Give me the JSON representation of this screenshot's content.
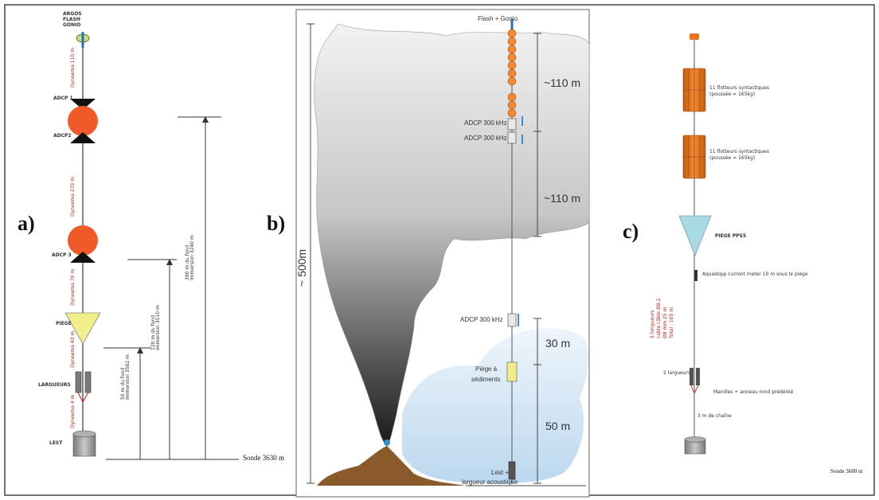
{
  "panels": {
    "a": {
      "letter": "a)",
      "top_labels": [
        "ARGOS",
        "FLASH",
        "GONIO"
      ],
      "equipment": {
        "adcp1": "ADCP 1",
        "adcp2": "ADCP2",
        "adcp3": "ADCP 3",
        "piege": "PIEGE",
        "largueurs": "LARGUEURS",
        "lest": "LEST"
      },
      "cables": [
        "Dyneema 110 m",
        "Dyneema 270 m",
        "Dyneema 70 m",
        "Dyneema 43 m",
        "Dyneema 4 m"
      ],
      "depth_notes": [
        "50 m du fond\nImmersion 3582 m",
        "120 m du fond\nImmersion 3510 m",
        "390 m du fond\nImmersion 3240 m"
      ],
      "sonde": "Sonde 3630 m"
    },
    "b": {
      "letter": "b)",
      "top_label": "Flash + Gonio",
      "adcp_upper_1": "ADCP 300 kHz",
      "adcp_upper_2": "ADCP 300 kHz",
      "adcp_lower": "ADCP 300 kHz",
      "trap": [
        "Piège à",
        "sédiments"
      ],
      "lest": [
        "Lest +",
        "largueur acoustique"
      ],
      "dim_1": "~110 m",
      "dim_2": "~110 m",
      "dim_3": "30 m",
      "dim_4": "50 m",
      "total": "~ 500m"
    },
    "c": {
      "letter": "c)",
      "floats_1": [
        "11 flotteurs syntactiques",
        "(poussée = 165kg)"
      ],
      "floats_2": [
        "11 flotteurs syntactiques",
        "(poussée = 165kg)"
      ],
      "piege": "PIEGE PPS5",
      "current_meter": "Aquadopp current meter 10 m sous le piège",
      "cable_note": [
        "5 longueurs",
        "cable câble Ø8.2",
        "Ø8 mm 25 m",
        "Total : 105 m"
      ],
      "largueurs": "2 largueurs",
      "manilles": "Manilles + anneau rond prédéréé",
      "chain": "3 m de chaîne",
      "sonde": "Sonde 3680 m"
    }
  },
  "colors": {
    "buoy_orange": "#f05a28",
    "trap_yellow": "#f2ef8a",
    "trap_blue": "#a9d9e3",
    "float_orange": "#e8731e",
    "sediment_brown": "#8b5a2b",
    "water_blue": "#d4e6f5",
    "cable_red": "#b3261e"
  }
}
